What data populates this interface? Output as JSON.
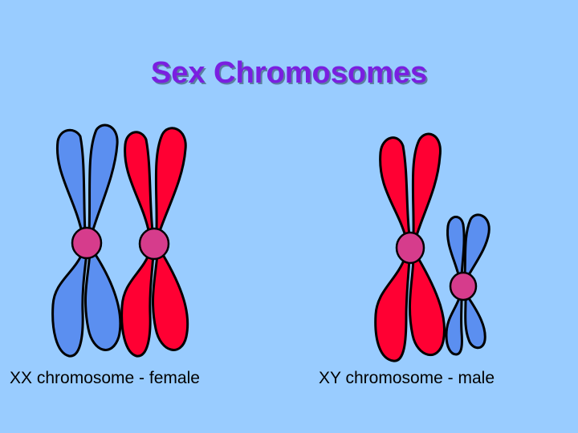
{
  "title": "Sex Chromosomes",
  "captions": {
    "female": "XX chromosome - female",
    "male": "XY chromosome - male"
  },
  "colors": {
    "background": "#99ccff",
    "title": "#7a1fe0",
    "x_chromosome_blue": "#5b8ff0",
    "x_chromosome_red": "#ff0033",
    "y_chromosome": "#5b8ff0",
    "centromere": "#d63c8c"
  }
}
